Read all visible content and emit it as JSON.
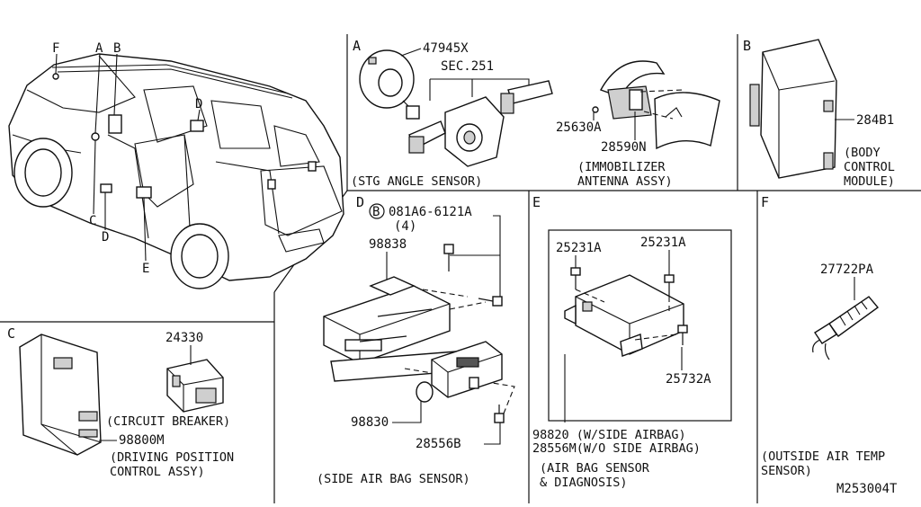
{
  "sections": {
    "A": {
      "letter": "A",
      "caption": "(STG ANGLE SENSOR)",
      "parts": [
        "47945X",
        "SEC.251"
      ]
    },
    "A2": {
      "caption_line1": "(IMMOBILIZER",
      "caption_line2": "ANTENNA ASSY)",
      "parts": [
        "25630A",
        "28590N"
      ]
    },
    "B": {
      "letter": "B",
      "part": "284B1",
      "caption_line1": "(BODY",
      "caption_line2": "CONTROL",
      "caption_line3": "MODULE)"
    },
    "C": {
      "letter": "C",
      "part_breaker": "24330",
      "caption_breaker": "(CIRCUIT BREAKER)",
      "part_module": "98800M",
      "caption_line1": "(DRIVING POSITION",
      "caption_line2": "CONTROL ASSY)"
    },
    "D": {
      "letter": "D",
      "bolt_mark": "B",
      "bolt": "081A6-6121A",
      "bolt_qty": "(4)",
      "parts": [
        "98838",
        "98830",
        "28556B"
      ],
      "caption": "(SIDE AIR BAG SENSOR)"
    },
    "E": {
      "letter": "E",
      "parts": [
        "25231A",
        "25231A",
        "25732A"
      ],
      "part_line1": "98820 (W/SIDE AIRBAG)",
      "part_line2": "28556M(W/O SIDE AIRBAG)",
      "caption_line1": "(AIR BAG SENSOR",
      "caption_line2": "& DIAGNOSIS)"
    },
    "F": {
      "letter": "F",
      "part": "27722PA",
      "caption_line1": "(OUTSIDE AIR TEMP",
      "caption_line2": "SENSOR)"
    }
  },
  "vehicle_callouts": [
    "F",
    "A",
    "B",
    "D",
    "C",
    "D",
    "E"
  ],
  "diagram_id": "M253004T"
}
